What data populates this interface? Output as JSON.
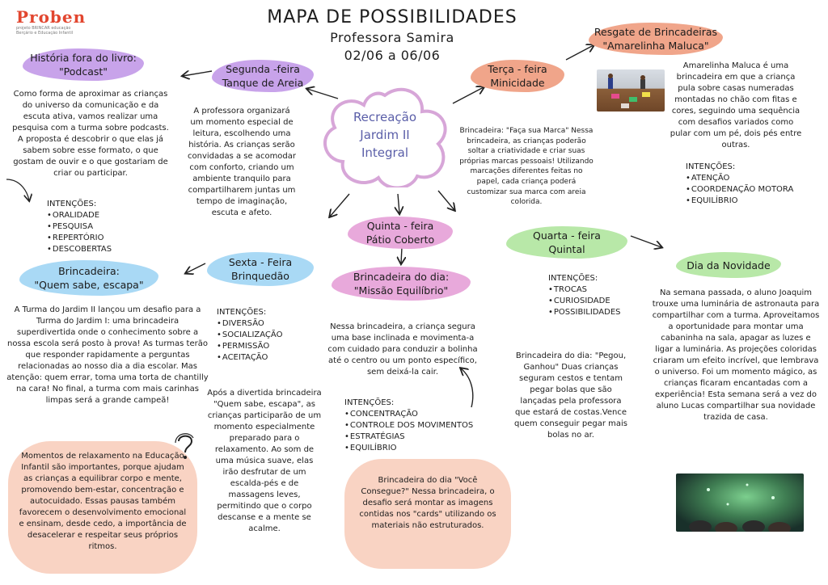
{
  "logo": {
    "name": "Proben",
    "tagline_1": "projeto BRINCAR educação",
    "tagline_2": "Berçário e Educação Infantil"
  },
  "header": {
    "title": "MAPA DE POSSIBILIDADES",
    "teacher": "Professora Samira",
    "dates": "02/06 a 06/06"
  },
  "center": {
    "line1": "Recreação",
    "line2": "Jardim II",
    "line3": "Integral"
  },
  "monday": {
    "tag_line1": "Segunda -feira",
    "tag_line2": "Tanque de Areia",
    "text": "A professora organizará um momento especial de leitura, escolhendo uma história. As crianças serão convidadas a se acomodar com conforto, criando um ambiente tranquilo para compartilharem juntas um tempo de imaginação, escuta e afeto.",
    "story_tag_line1": "História fora do livro:",
    "story_tag_line2": "\"Podcast\"",
    "story_text": "Como forma de aproximar as crianças do universo da comunicação e da escuta ativa, vamos realizar uma pesquisa com a turma sobre podcasts. A proposta é descobrir o que elas já sabem sobre esse formato, o que gostam de ouvir e o que gostariam de criar ou participar.",
    "intentions_title": "INTENÇÕES:",
    "intentions": [
      "ORALIDADE",
      "PESQUISA",
      "REPERTÓRIO",
      "DESCOBERTAS"
    ]
  },
  "tuesday": {
    "tag_line1": "Terça - feira",
    "tag_line2": "Minicidade",
    "text": "Brincadeira: \"Faça sua Marca\" Nessa brincadeira, as crianças poderão soltar a criatividade e criar suas próprias marcas pessoais! Utilizando marcações diferentes feitas no papel, cada criança poderá customizar sua marca com areia colorida.",
    "rescue_line1": "Resgate de Brincadeiras",
    "rescue_line2": "\"Amarelinha Maluca\"",
    "rescue_text": "Amarelinha Maluca é uma brincadeira em que a criança pula sobre casas numeradas montadas no chão com fitas e cores, seguindo uma sequência com desafios variados como pular com um pé, dois pés entre outras.",
    "intentions_title": "INTENÇÕES:",
    "intentions": [
      "ATENÇÃO",
      "COORDENAÇÃO MOTORA",
      "EQUILÍBRIO"
    ]
  },
  "wednesday": {
    "tag_line1": "Quarta - feira",
    "tag_line2": "Quintal",
    "intentions_title": "INTENÇÕES:",
    "intentions": [
      "TROCAS",
      "CURIOSIDADE",
      "POSSIBILIDADES"
    ],
    "game_text": "Brincadeira do dia: \"Pegou, Ganhou\" Duas crianças seguram cestos e tentam pegar bolas que são lançadas pela professora que estará de costas.Vence quem conseguir pegar mais bolas no ar.",
    "novelty_tag": "Dia da Novidade",
    "novelty_text": "Na semana passada, o aluno Joaquim trouxe uma luminária de astronauta para compartilhar com a turma. Aproveitamos a oportunidade para montar uma cabaninha na sala, apagar as luzes e ligar a luminária. As projeções coloridas criaram um efeito incrível, que lembrava o universo. Foi um momento mágico, as crianças ficaram encantadas com a experiência! Esta semana será a vez do aluno Lucas compartilhar sua novidade trazida de casa."
  },
  "thursday": {
    "tag_line1": "Quinta - feira",
    "tag_line2": "Pátio Coberto",
    "game_tag_line1": "Brincadeira do dia:",
    "game_tag_line2": "\"Missão Equilíbrio\"",
    "game_text": "Nessa brincadeira, a criança segura uma base inclinada e movimenta-a com cuidado para conduzir a bolinha até o centro ou um ponto específico, sem deixá-la cair.",
    "intentions_title": "INTENÇÕES:",
    "intentions": [
      "CONCENTRAÇÃO",
      "CONTROLE DOS MOVIMENTOS",
      "ESTRATÉGIAS",
      "EQUILÍBRIO"
    ],
    "bubble_text": "Brincadeira do dia \"Você Consegue?\" Nessa brincadeira, o desafio será montar as imagens contidas nos \"cards\" utilizando os materiais não estruturados."
  },
  "friday": {
    "tag_line1": "Sexta - Feira",
    "tag_line2": "Brinquedão",
    "game_tag_line1": "Brincadeira:",
    "game_tag_line2": "\"Quem sabe, escapa\"",
    "game_text": "A Turma do Jardim II lançou um desafio para a Turma do Jardim I: uma brincadeira superdivertida onde o conhecimento sobre a nossa escola será posto à prova! As turmas terão que responder rapidamente a perguntas relacionadas ao nosso dia a dia escolar. Mas atenção: quem errar, toma uma torta de chantilly na cara! No final, a turma com mais carinhas limpas será a grande campeã!",
    "intentions_title": "INTENÇÕES:",
    "intentions": [
      "DIVERSÃO",
      "SOCIALIZAÇÃO",
      "PERMISSÃO",
      "ACEITAÇÃO"
    ],
    "relax_text": "Após a divertida brincadeira \"Quem sabe, escapa\", as crianças participarão de um momento especialmente preparado para o relaxamento. Ao som de uma música suave, elas irão desfrutar de um escalda-pés e de massagens leves, permitindo que o corpo descanse e a mente se acalme.",
    "bubble_text": "Momentos de relaxamento na Educação Infantil são importantes, porque ajudam as crianças a equilibrar corpo e mente, promovendo bem-estar, concentração e autocuidado. Essas pausas também favorecem o desenvolvimento emocional e ensinam, desde cedo, a importância de desacelerar e respeitar seus próprios ritmos."
  },
  "colors": {
    "purple": "#c8a3ea",
    "peach": "#f0a58a",
    "green": "#b8e8a8",
    "blue": "#a9d9f5",
    "pink": "#e8a9db",
    "bubble": "#f9d3c3",
    "cloud_stroke": "#d7a6d8",
    "center_text": "#5a5ea8"
  }
}
